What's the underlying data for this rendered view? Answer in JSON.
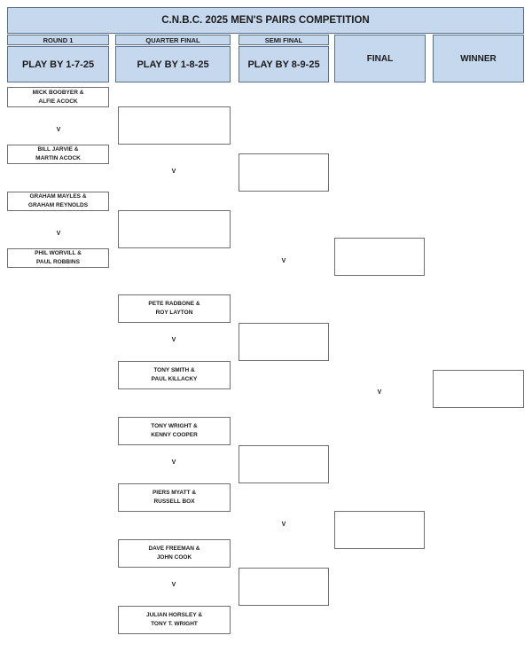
{
  "title": "C.N.B.C. 2025 MEN'S PAIRS COMPETITION",
  "columns": {
    "round1": {
      "label": "ROUND 1",
      "deadline": "PLAY BY 1-7-25"
    },
    "quarter": {
      "label": "QUARTER  FINAL",
      "deadline": "PLAY BY 1-8-25"
    },
    "semi": {
      "label": "SEMI  FINAL",
      "deadline": "PLAY BY 8-9-25"
    },
    "final": {
      "label": "FINAL"
    },
    "winner": {
      "label": "WINNER"
    }
  },
  "vs": "V",
  "round1": [
    "MICK BOOBYER &\nALFIE ACOCK",
    "BILL JARVIE &\nMARTIN ACOCK",
    "GRAHAM MAYLES &\nGRAHAM REYNOLDS",
    "PHIL WORVILL &\nPAUL ROBBINS"
  ],
  "quarter": [
    "",
    "",
    "PETE RADBONE &\nROY LAYTON",
    "TONY SMITH &\nPAUL KILLACKY",
    "TONY WRIGHT &\nKENNY COOPER",
    "PIERS MYATT &\nRUSSELL BOX",
    "DAVE FREEMAN &\nJOHN COOK",
    "JULIAN HORSLEY &\nTONY T. WRIGHT"
  ],
  "semi": [
    "",
    "",
    "",
    ""
  ],
  "final": [
    "",
    ""
  ],
  "winner": [
    ""
  ]
}
